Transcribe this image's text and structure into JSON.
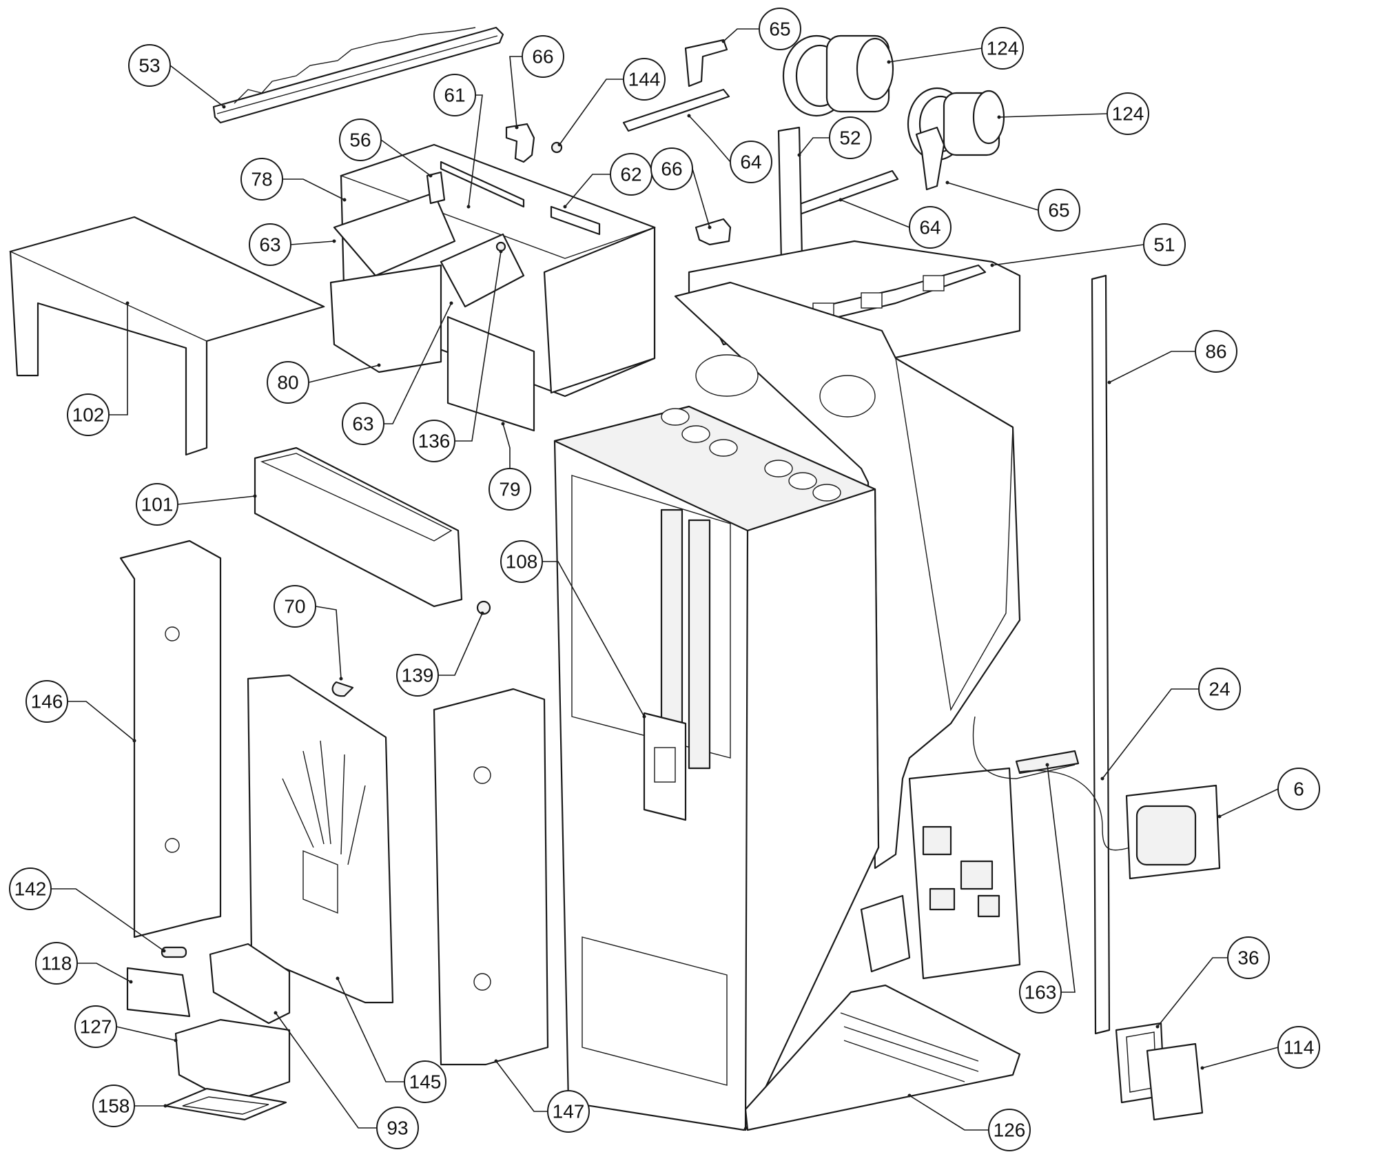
{
  "diagram": {
    "callouts": [
      {
        "id": "c53",
        "label": "53"
      },
      {
        "id": "c66a",
        "label": "66"
      },
      {
        "id": "c144",
        "label": "144"
      },
      {
        "id": "c61",
        "label": "61"
      },
      {
        "id": "c56",
        "label": "56"
      },
      {
        "id": "c78",
        "label": "78"
      },
      {
        "id": "c62",
        "label": "62"
      },
      {
        "id": "c66b",
        "label": "66"
      },
      {
        "id": "c63a",
        "label": "63"
      },
      {
        "id": "c80",
        "label": "80"
      },
      {
        "id": "c102",
        "label": "102"
      },
      {
        "id": "c63b",
        "label": "63"
      },
      {
        "id": "c136",
        "label": "136"
      },
      {
        "id": "c79",
        "label": "79"
      },
      {
        "id": "c65a",
        "label": "65"
      },
      {
        "id": "c124a",
        "label": "124"
      },
      {
        "id": "c124b",
        "label": "124"
      },
      {
        "id": "c52",
        "label": "52"
      },
      {
        "id": "c64a",
        "label": "64"
      },
      {
        "id": "c65b",
        "label": "65"
      },
      {
        "id": "c64b",
        "label": "64"
      },
      {
        "id": "c51",
        "label": "51"
      },
      {
        "id": "c86",
        "label": "86"
      },
      {
        "id": "c101",
        "label": "101"
      },
      {
        "id": "c108",
        "label": "108"
      },
      {
        "id": "c70",
        "label": "70"
      },
      {
        "id": "c139",
        "label": "139"
      },
      {
        "id": "c146",
        "label": "146"
      },
      {
        "id": "c24",
        "label": "24"
      },
      {
        "id": "c6",
        "label": "6"
      },
      {
        "id": "c142",
        "label": "142"
      },
      {
        "id": "c118",
        "label": "118"
      },
      {
        "id": "c127",
        "label": "127"
      },
      {
        "id": "c158",
        "label": "158"
      },
      {
        "id": "c93",
        "label": "93"
      },
      {
        "id": "c145",
        "label": "145"
      },
      {
        "id": "c147",
        "label": "147"
      },
      {
        "id": "c163",
        "label": "163"
      },
      {
        "id": "c36",
        "label": "36"
      },
      {
        "id": "c114",
        "label": "114"
      },
      {
        "id": "c126",
        "label": "126"
      }
    ]
  }
}
